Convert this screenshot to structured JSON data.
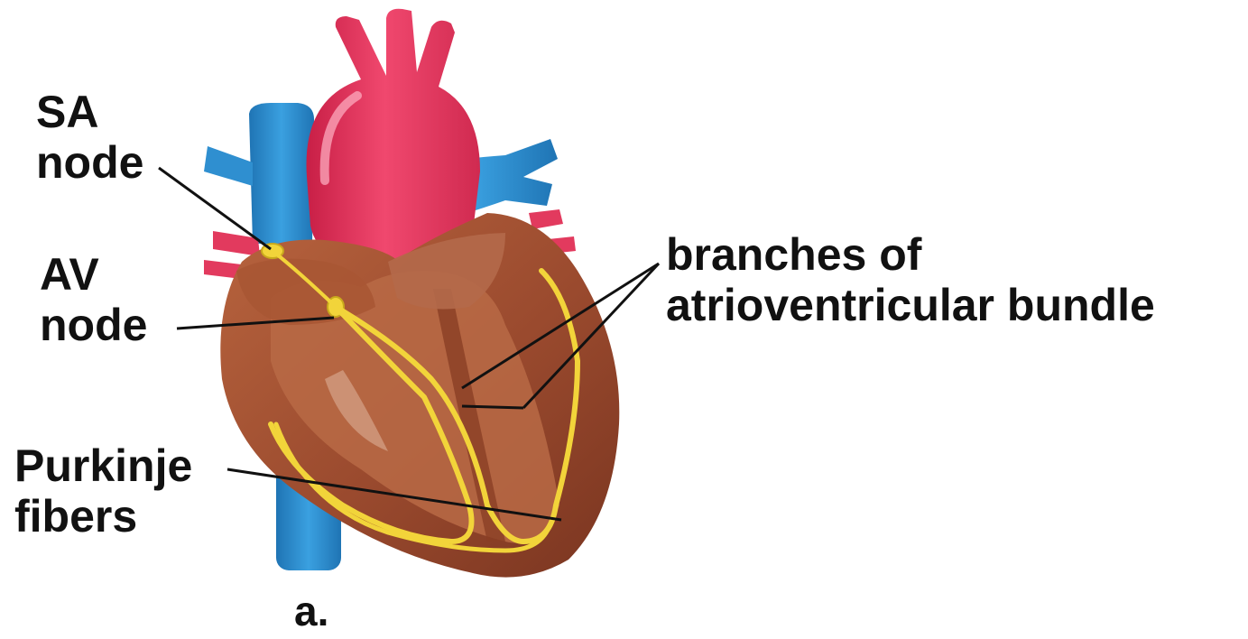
{
  "labels": {
    "sa_node_line1": "SA",
    "sa_node_line2": "node",
    "av_node_line1": "AV",
    "av_node_line2": "node",
    "branches_line1": "branches of",
    "branches_line2": "atrioventricular bundle",
    "purkinje_line1": "Purkinje",
    "purkinje_line2": "fibers",
    "panel": "a."
  },
  "colors": {
    "aorta": "#e8335a",
    "vein": "#2f8fd0",
    "myocardium": "#9a4a2e",
    "myocardium_light": "#c27650",
    "conduction": "#f2d43a",
    "leader": "#111111"
  },
  "icons": {
    "heart": "heart-illustration"
  }
}
